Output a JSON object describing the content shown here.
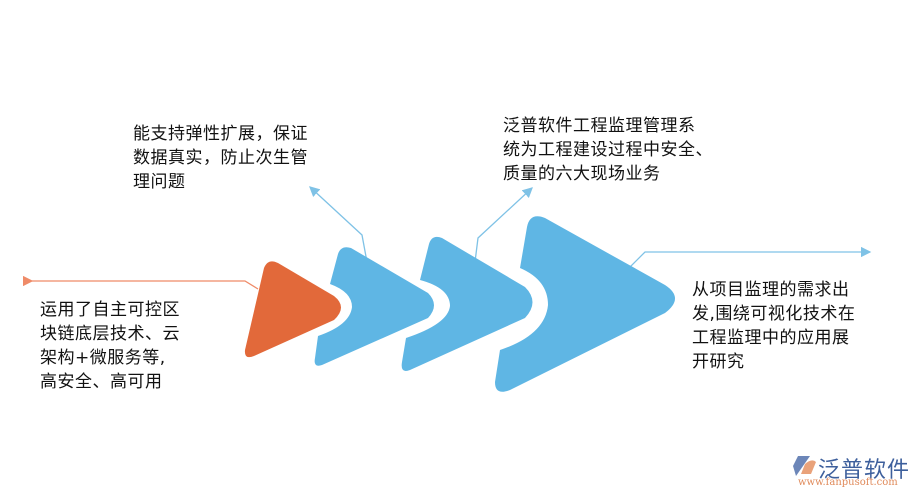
{
  "diagram": {
    "type": "arrow-flow",
    "colors": {
      "accent_orange": "#e2693a",
      "accent_blue": "#5fb6e4",
      "line_orange": "#ef8b68",
      "line_blue": "#7fc2e6",
      "text": "#111111"
    },
    "shapes": [
      {
        "id": "stage-1",
        "color": "#e2693a"
      },
      {
        "id": "stage-2",
        "color": "#5fb6e4"
      },
      {
        "id": "stage-3",
        "color": "#5fb6e4"
      },
      {
        "id": "stage-4",
        "color": "#5fb6e4"
      }
    ]
  },
  "labels": {
    "left": {
      "lines": [
        "运用了自主可控区",
        "块链底层技术、云",
        "架构+微服务等,",
        "高安全、高可用"
      ]
    },
    "top_left": {
      "lines": [
        "能支持弹性扩展，保证",
        "数据真实，防止次生管",
        "理问题"
      ]
    },
    "top_right": {
      "lines": [
        "泛普软件工程监理管理系",
        "统为工程建设过程中安全、",
        "质量的六大现场业务"
      ]
    },
    "right": {
      "lines": [
        "从项目监理的需求出",
        "发,围绕可视化技术在",
        "工程监理中的应用展",
        "开研究"
      ]
    }
  },
  "logo": {
    "name": "泛普软件",
    "url": "www.fanpusoft.com"
  }
}
